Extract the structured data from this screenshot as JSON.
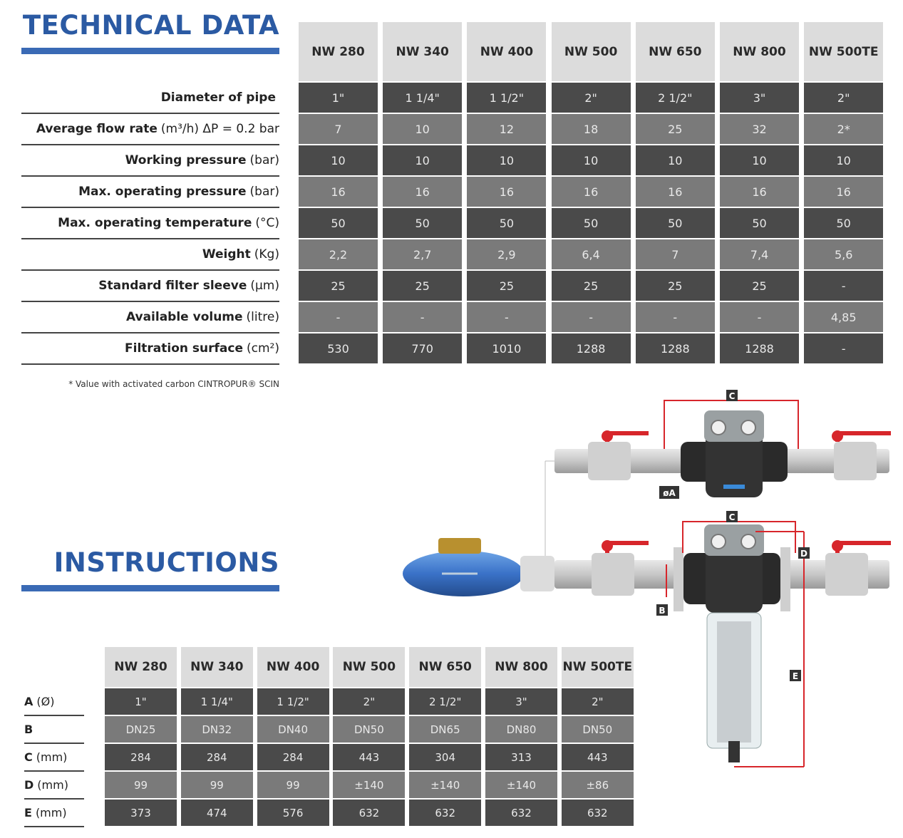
{
  "technical_data": {
    "title": "TECHNICAL DATA",
    "models": [
      "NW 280",
      "NW 340",
      "NW 400",
      "NW 500",
      "NW 650",
      "NW 800",
      "NW 500TE"
    ],
    "rows": [
      {
        "label_bold": "Diameter of pipe",
        "label_unit": "",
        "values": [
          "1\"",
          "1 1/4\"",
          "1 1/2\"",
          "2\"",
          "2 1/2\"",
          "3\"",
          "2\""
        ]
      },
      {
        "label_bold": "Average flow rate",
        "label_unit": "(m³/h) ΔP = 0.2 bar",
        "values": [
          "7",
          "10",
          "12",
          "18",
          "25",
          "32",
          "2*"
        ]
      },
      {
        "label_bold": "Working pressure",
        "label_unit": "(bar)",
        "values": [
          "10",
          "10",
          "10",
          "10",
          "10",
          "10",
          "10"
        ]
      },
      {
        "label_bold": "Max. operating pressure",
        "label_unit": "(bar)",
        "values": [
          "16",
          "16",
          "16",
          "16",
          "16",
          "16",
          "16"
        ]
      },
      {
        "label_bold": "Max. operating temperature",
        "label_unit": "(°C)",
        "values": [
          "50",
          "50",
          "50",
          "50",
          "50",
          "50",
          "50"
        ]
      },
      {
        "label_bold": "Weight",
        "label_unit": "(Kg)",
        "values": [
          "2,2",
          "2,7",
          "2,9",
          "6,4",
          "7",
          "7,4",
          "5,6"
        ]
      },
      {
        "label_bold": "Standard filter sleeve",
        "label_unit": "(µm)",
        "values": [
          "25",
          "25",
          "25",
          "25",
          "25",
          "25",
          "-"
        ]
      },
      {
        "label_bold": "Available volume",
        "label_unit": "(litre)",
        "values": [
          "-",
          "-",
          "-",
          "-",
          "-",
          "-",
          "4,85"
        ]
      },
      {
        "label_bold": "Filtration surface",
        "label_unit": "(cm²)",
        "values": [
          "530",
          "770",
          "1010",
          "1288",
          "1288",
          "1288",
          "-"
        ]
      }
    ],
    "footnote": "* Value with activated carbon CINTROPUR® SCIN"
  },
  "instructions": {
    "title": "INSTRUCTIONS",
    "models": [
      "NW 280",
      "NW 340",
      "NW 400",
      "NW 500",
      "NW 650",
      "NW 800",
      "NW 500TE"
    ],
    "rows": [
      {
        "label_bold": "A",
        "label_unit": "(Ø)",
        "values": [
          "1\"",
          "1 1/4\"",
          "1 1/2\"",
          "2\"",
          "2 1/2\"",
          "3\"",
          "2\""
        ]
      },
      {
        "label_bold": "B",
        "label_unit": "",
        "values": [
          "DN25",
          "DN32",
          "DN40",
          "DN50",
          "DN65",
          "DN80",
          "DN50"
        ]
      },
      {
        "label_bold": "C",
        "label_unit": "(mm)",
        "values": [
          "284",
          "284",
          "284",
          "443",
          "304",
          "313",
          "443"
        ]
      },
      {
        "label_bold": "D",
        "label_unit": "(mm)",
        "values": [
          "99",
          "99",
          "99",
          "±140",
          "±140",
          "±140",
          "±86"
        ]
      },
      {
        "label_bold": "E",
        "label_unit": "(mm)",
        "values": [
          "373",
          "474",
          "576",
          "632",
          "632",
          "632",
          "632"
        ]
      }
    ]
  },
  "diagram_labels": {
    "c_top": "C",
    "a": "øA",
    "c_bottom": "C",
    "d": "D",
    "b": "B",
    "e": "E"
  },
  "colors": {
    "heading": "#2b5aa3",
    "accent_bar": "#3a6ab5",
    "dark_row": "#4a4a4a",
    "light_row": "#7a7a7a",
    "header_cell": "#dcdcdc",
    "pipe_red": "#d7262b"
  }
}
